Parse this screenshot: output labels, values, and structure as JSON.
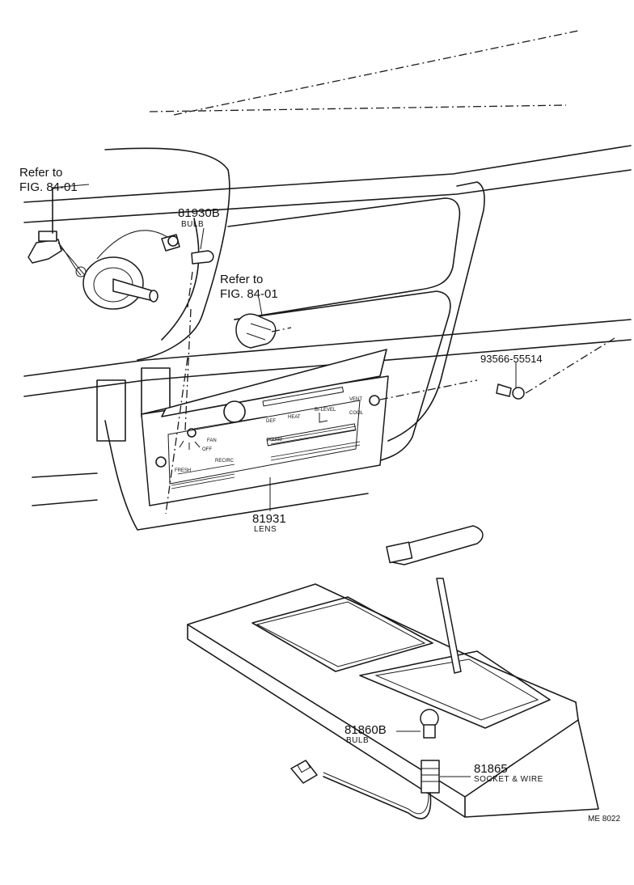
{
  "callouts": {
    "refer_left": {
      "line1": "Refer to",
      "line2": "FIG. 84-01"
    },
    "refer_mid": {
      "line1": "Refer to",
      "line2": "FIG. 84-01"
    },
    "bulb_81930b": {
      "number": "81930B",
      "desc": "BULB"
    },
    "bolt": {
      "number": "93566-55514"
    },
    "lens": {
      "number": "81931",
      "desc": "LENS"
    },
    "bulb_81860b": {
      "number": "81860B",
      "desc": "BULB"
    },
    "socket": {
      "number": "81865",
      "desc": "SOCKET & WIRE"
    }
  },
  "panel_labels": {
    "fan": "FAN",
    "def": "DEF",
    "heat": "HEAT",
    "bi_level": "BI-LEVEL",
    "vent": "VENT",
    "warm": "WARM",
    "cool": "COOL",
    "off": "OFF",
    "fresh": "FRESH",
    "recirc": "RECIRC"
  },
  "figure_code": "ME 8022"
}
